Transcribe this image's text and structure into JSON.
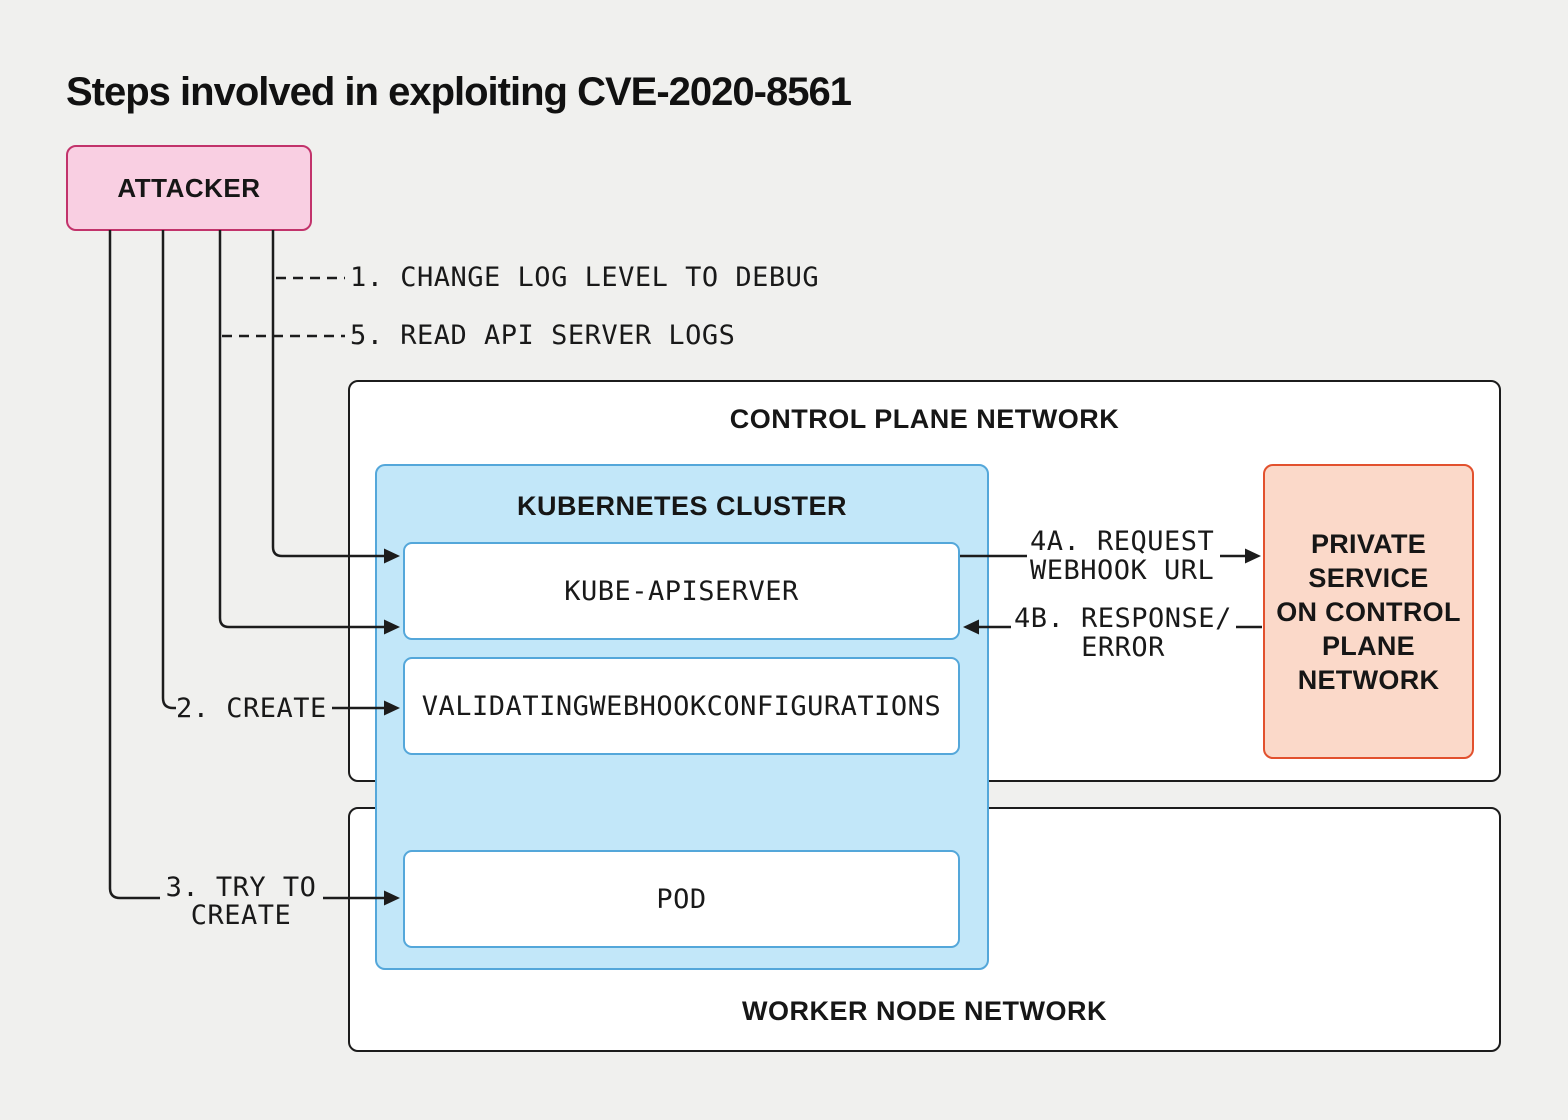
{
  "title": "Steps involved in exploiting CVE-2020-8561",
  "nodes": {
    "attacker": {
      "label": "ATTACKER"
    },
    "control_plane": {
      "label": "CONTROL PLANE NETWORK"
    },
    "worker_node": {
      "label": "WORKER NODE NETWORK"
    },
    "kubernetes_cluster": {
      "label": "KUBERNETES CLUSTER"
    },
    "kube_apiserver": {
      "label": "KUBE-APISERVER"
    },
    "validating_webhook": {
      "label": "VALIDATINGWEBHOOKCONFIGURATIONS"
    },
    "pod": {
      "label": "POD"
    },
    "private_service": {
      "lines": [
        "PRIVATE",
        "SERVICE",
        "ON CONTROL",
        "PLANE",
        "NETWORK"
      ]
    }
  },
  "steps": {
    "step1": "1. CHANGE LOG LEVEL TO DEBUG",
    "step5": "5. READ API SERVER LOGS",
    "step2": "2. CREATE",
    "step3_line1": "3. TRY TO",
    "step3_line2": "CREATE",
    "step4a_line1": "4A. REQUEST",
    "step4a_line2": "WEBHOOK URL",
    "step4b_line1": "4B. RESPONSE/",
    "step4b_line2": "ERROR"
  },
  "colors": {
    "background": "#f0f0ee",
    "line": "#1c1c1c",
    "attacker_fill": "#f9cfe2",
    "attacker_border": "#c2336b",
    "cluster_fill": "#c2e7f9",
    "cluster_border": "#54a7da",
    "private_fill": "#fbd9c9",
    "private_border": "#e2512e",
    "network_fill": "#ffffff"
  }
}
